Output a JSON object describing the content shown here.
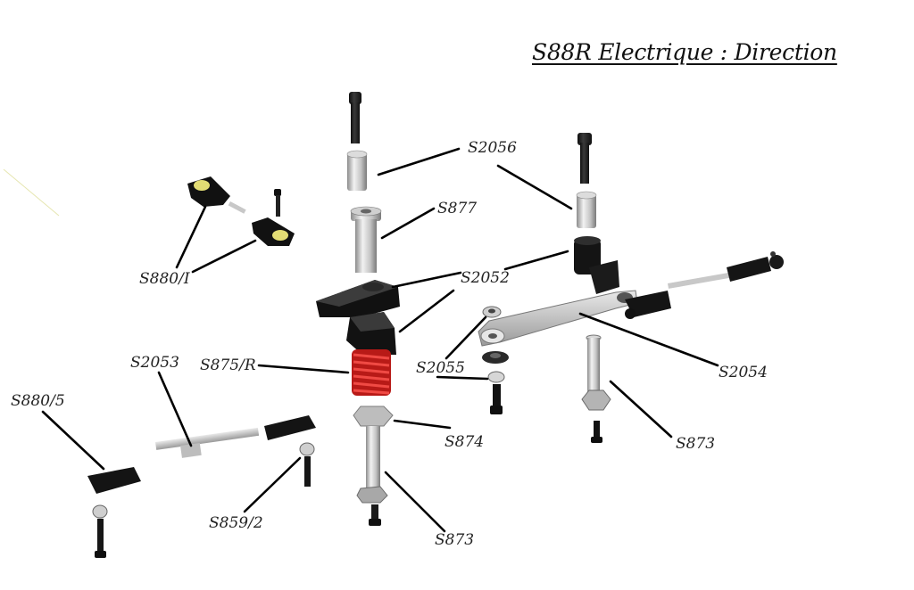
{
  "title": "S88R Electrique : Direction",
  "labels": {
    "s2056": "S2056",
    "s877": "S877",
    "s880_1": "S880/I",
    "s2052": "S2052",
    "s875r": "S875/R",
    "s2053": "S2053",
    "s2055": "S2055",
    "s2054": "S2054",
    "s880_5": "S880/5",
    "s874": "S874",
    "s873_right": "S873",
    "s873_center": "S873",
    "s859_2": "S859/2"
  },
  "colors": {
    "part_black": "#1a1a1a",
    "part_dark": "#2b2b2b",
    "metal_light": "#d9d9d9",
    "metal_mid": "#a8a8a8",
    "spring_red": "#d8231f",
    "insert_yellow": "#e8e06a",
    "leader": "#000000"
  }
}
